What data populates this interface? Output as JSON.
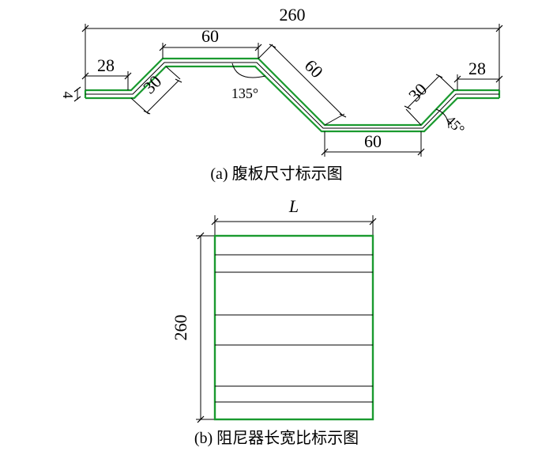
{
  "figure_a": {
    "total_width": "260",
    "left_flat": "28",
    "right_flat": "28",
    "top_flat": "60",
    "bottom_flat": "60",
    "incline_long": "60",
    "incline_left": "30",
    "incline_right": "30",
    "thickness": "4",
    "angle_135": "135°",
    "angle_45": "45°",
    "caption": "(a) 腹板尺寸标示图"
  },
  "figure_b": {
    "width_label": "L",
    "height_label": "260",
    "caption": "(b) 阻尼器长宽比标示图"
  },
  "colors": {
    "plate_outline": "#1a9a2f",
    "dimension_lines": "#000000"
  }
}
